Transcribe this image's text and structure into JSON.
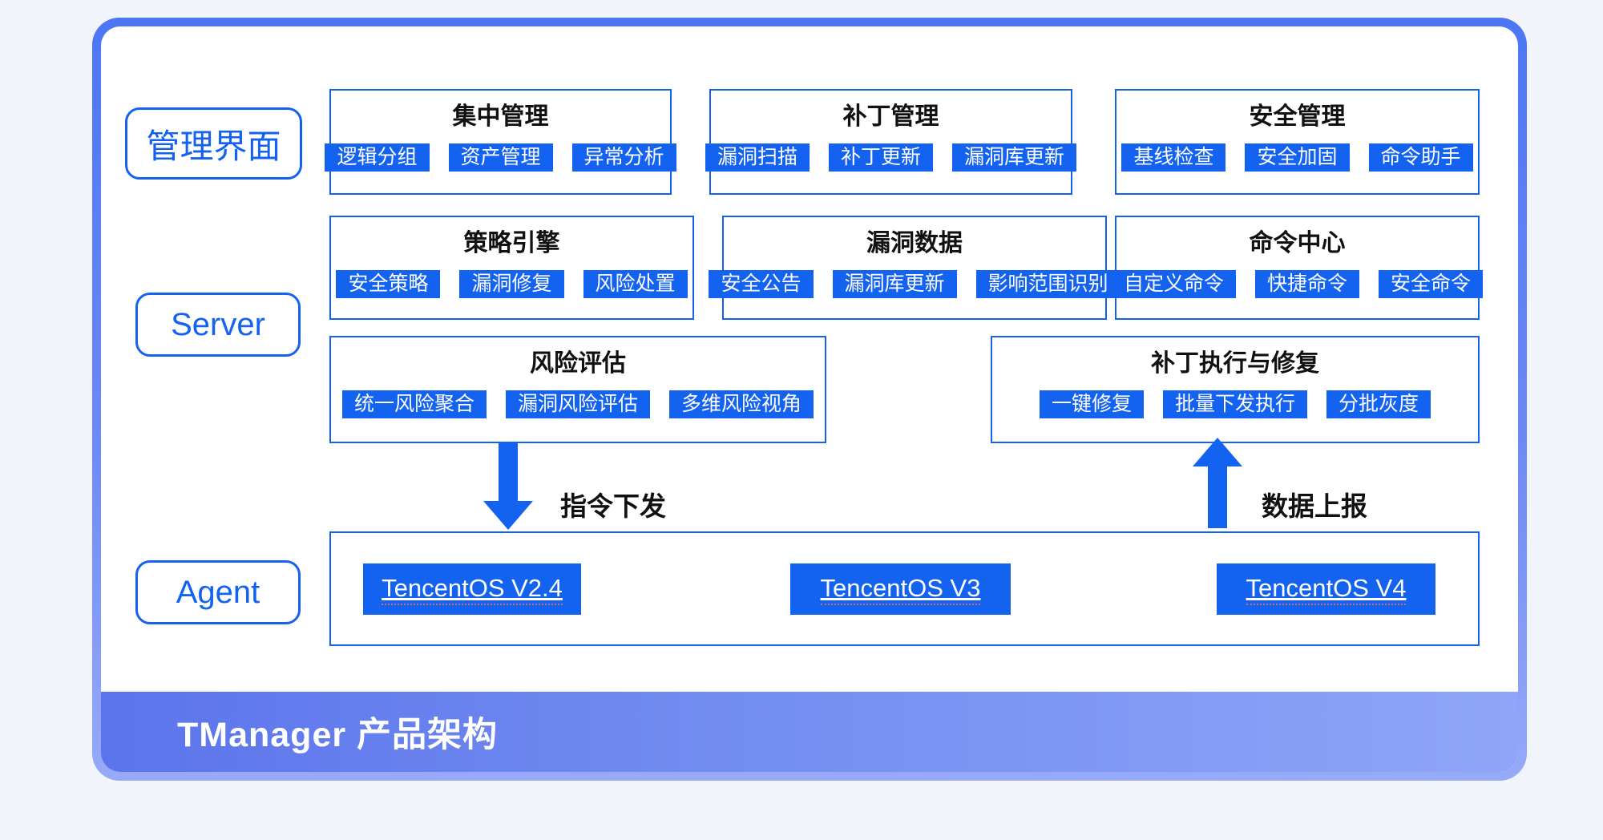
{
  "side_labels": {
    "management": "管理界面",
    "server": "Server",
    "agent": "Agent"
  },
  "modules": {
    "centralized": {
      "title": "集中管理",
      "tags": [
        "逻辑分组",
        "资产管理",
        "异常分析"
      ]
    },
    "patch_management": {
      "title": "补丁管理",
      "tags": [
        "漏洞扫描",
        "补丁更新",
        "漏洞库更新"
      ]
    },
    "security_management": {
      "title": "安全管理",
      "tags": [
        "基线检查",
        "安全加固",
        "命令助手"
      ]
    },
    "policy_engine": {
      "title": "策略引擎",
      "tags": [
        "安全策略",
        "漏洞修复",
        "风险处置"
      ]
    },
    "vulnerability_data": {
      "title": "漏洞数据",
      "tags": [
        "安全公告",
        "漏洞库更新",
        "影响范围识别"
      ]
    },
    "command_center": {
      "title": "命令中心",
      "tags": [
        "自定义命令",
        "快捷命令",
        "安全命令"
      ]
    },
    "risk_assessment": {
      "title": "风险评估",
      "tags": [
        "统一风险聚合",
        "漏洞风险评估",
        "多维风险视角"
      ]
    },
    "patch_execution": {
      "title": "补丁执行与修复",
      "tags": [
        "一键修复",
        "批量下发执行",
        "分批灰度"
      ]
    }
  },
  "arrows": {
    "command_dispatch": "指令下发",
    "data_report": "数据上报"
  },
  "agents": {
    "items": [
      "TencentOS V2.4",
      "TencentOS V3",
      "TencentOS V4"
    ]
  },
  "footer": {
    "title": "TManager 产品架构"
  },
  "colors": {
    "accent": "#1363F0",
    "card_border_top": "#4C76F5",
    "card_border_bottom": "#97AAF8",
    "footer_gradient_left": "#5C74EB",
    "footer_gradient_right": "#90A5F7",
    "page_background": "#F1F4FA"
  }
}
